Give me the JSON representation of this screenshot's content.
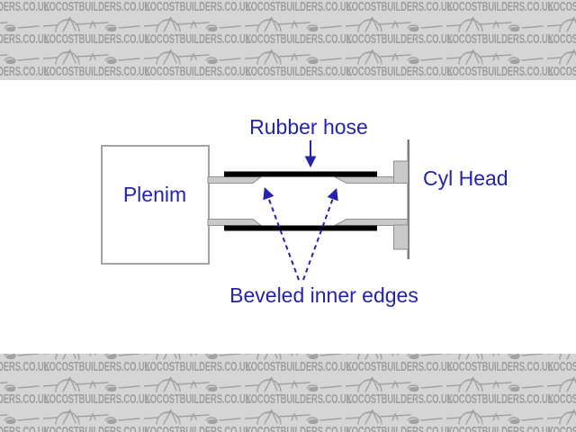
{
  "watermark": {
    "text": "LOCOSTBUILDERS.CO.UK",
    "text_color": "#9e9e9e",
    "band_background": "#d5d5d5",
    "car_icon_color": "#a2a2a2"
  },
  "diagram": {
    "plenum_label": "Plenim",
    "rubber_hose_label": "Rubber hose",
    "cyl_head_label": "Cyl Head",
    "beveled_edges_label": "Beveled inner edges",
    "label_color": "#2323ad",
    "pipe_fill": "#c9c9c9",
    "pipe_outline": "#8f8f8f",
    "hose_color": "#000000",
    "background": "#ffffff"
  }
}
